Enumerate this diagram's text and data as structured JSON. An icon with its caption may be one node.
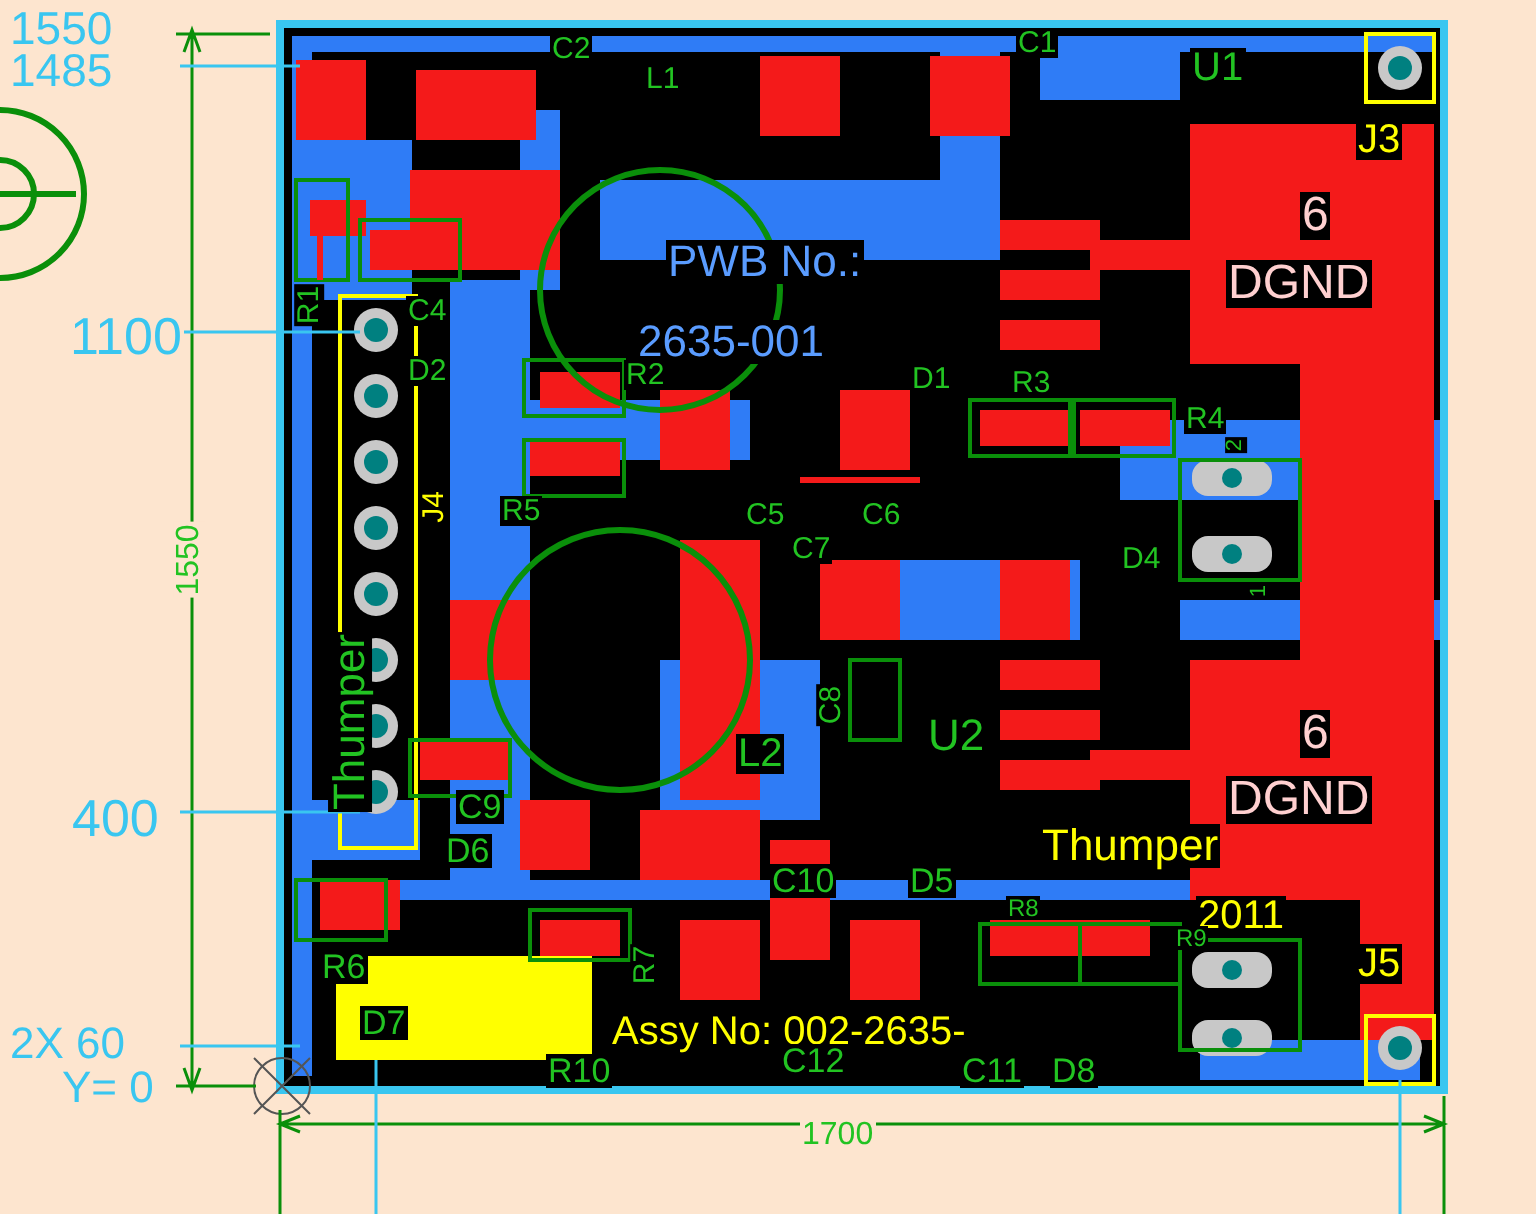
{
  "diagram": {
    "labels": [
      "1550",
      "1485",
      "C2",
      "L1",
      "C1",
      "U1",
      "J3",
      "6",
      "DGND",
      "PWB No.:",
      "R1",
      "C4",
      "1100",
      "D2",
      "2635-001",
      "R2",
      "D1",
      "R3",
      "R4",
      "2",
      "J4",
      "R5",
      "C5",
      "C6",
      "C7",
      "D4",
      "1",
      "1550",
      "Thumper",
      "C8",
      "U2",
      "L2",
      "C9",
      "6",
      "DGND",
      "400",
      "D6",
      "Thumper",
      "C10",
      "D5",
      "2011",
      "R6",
      "R7",
      "R8",
      "R9",
      "J5",
      "D7",
      "2X 60",
      "Y= 0",
      "R10",
      "Assy No: 002-2635-",
      "C12",
      "C11",
      "D8",
      "1700"
    ]
  }
}
